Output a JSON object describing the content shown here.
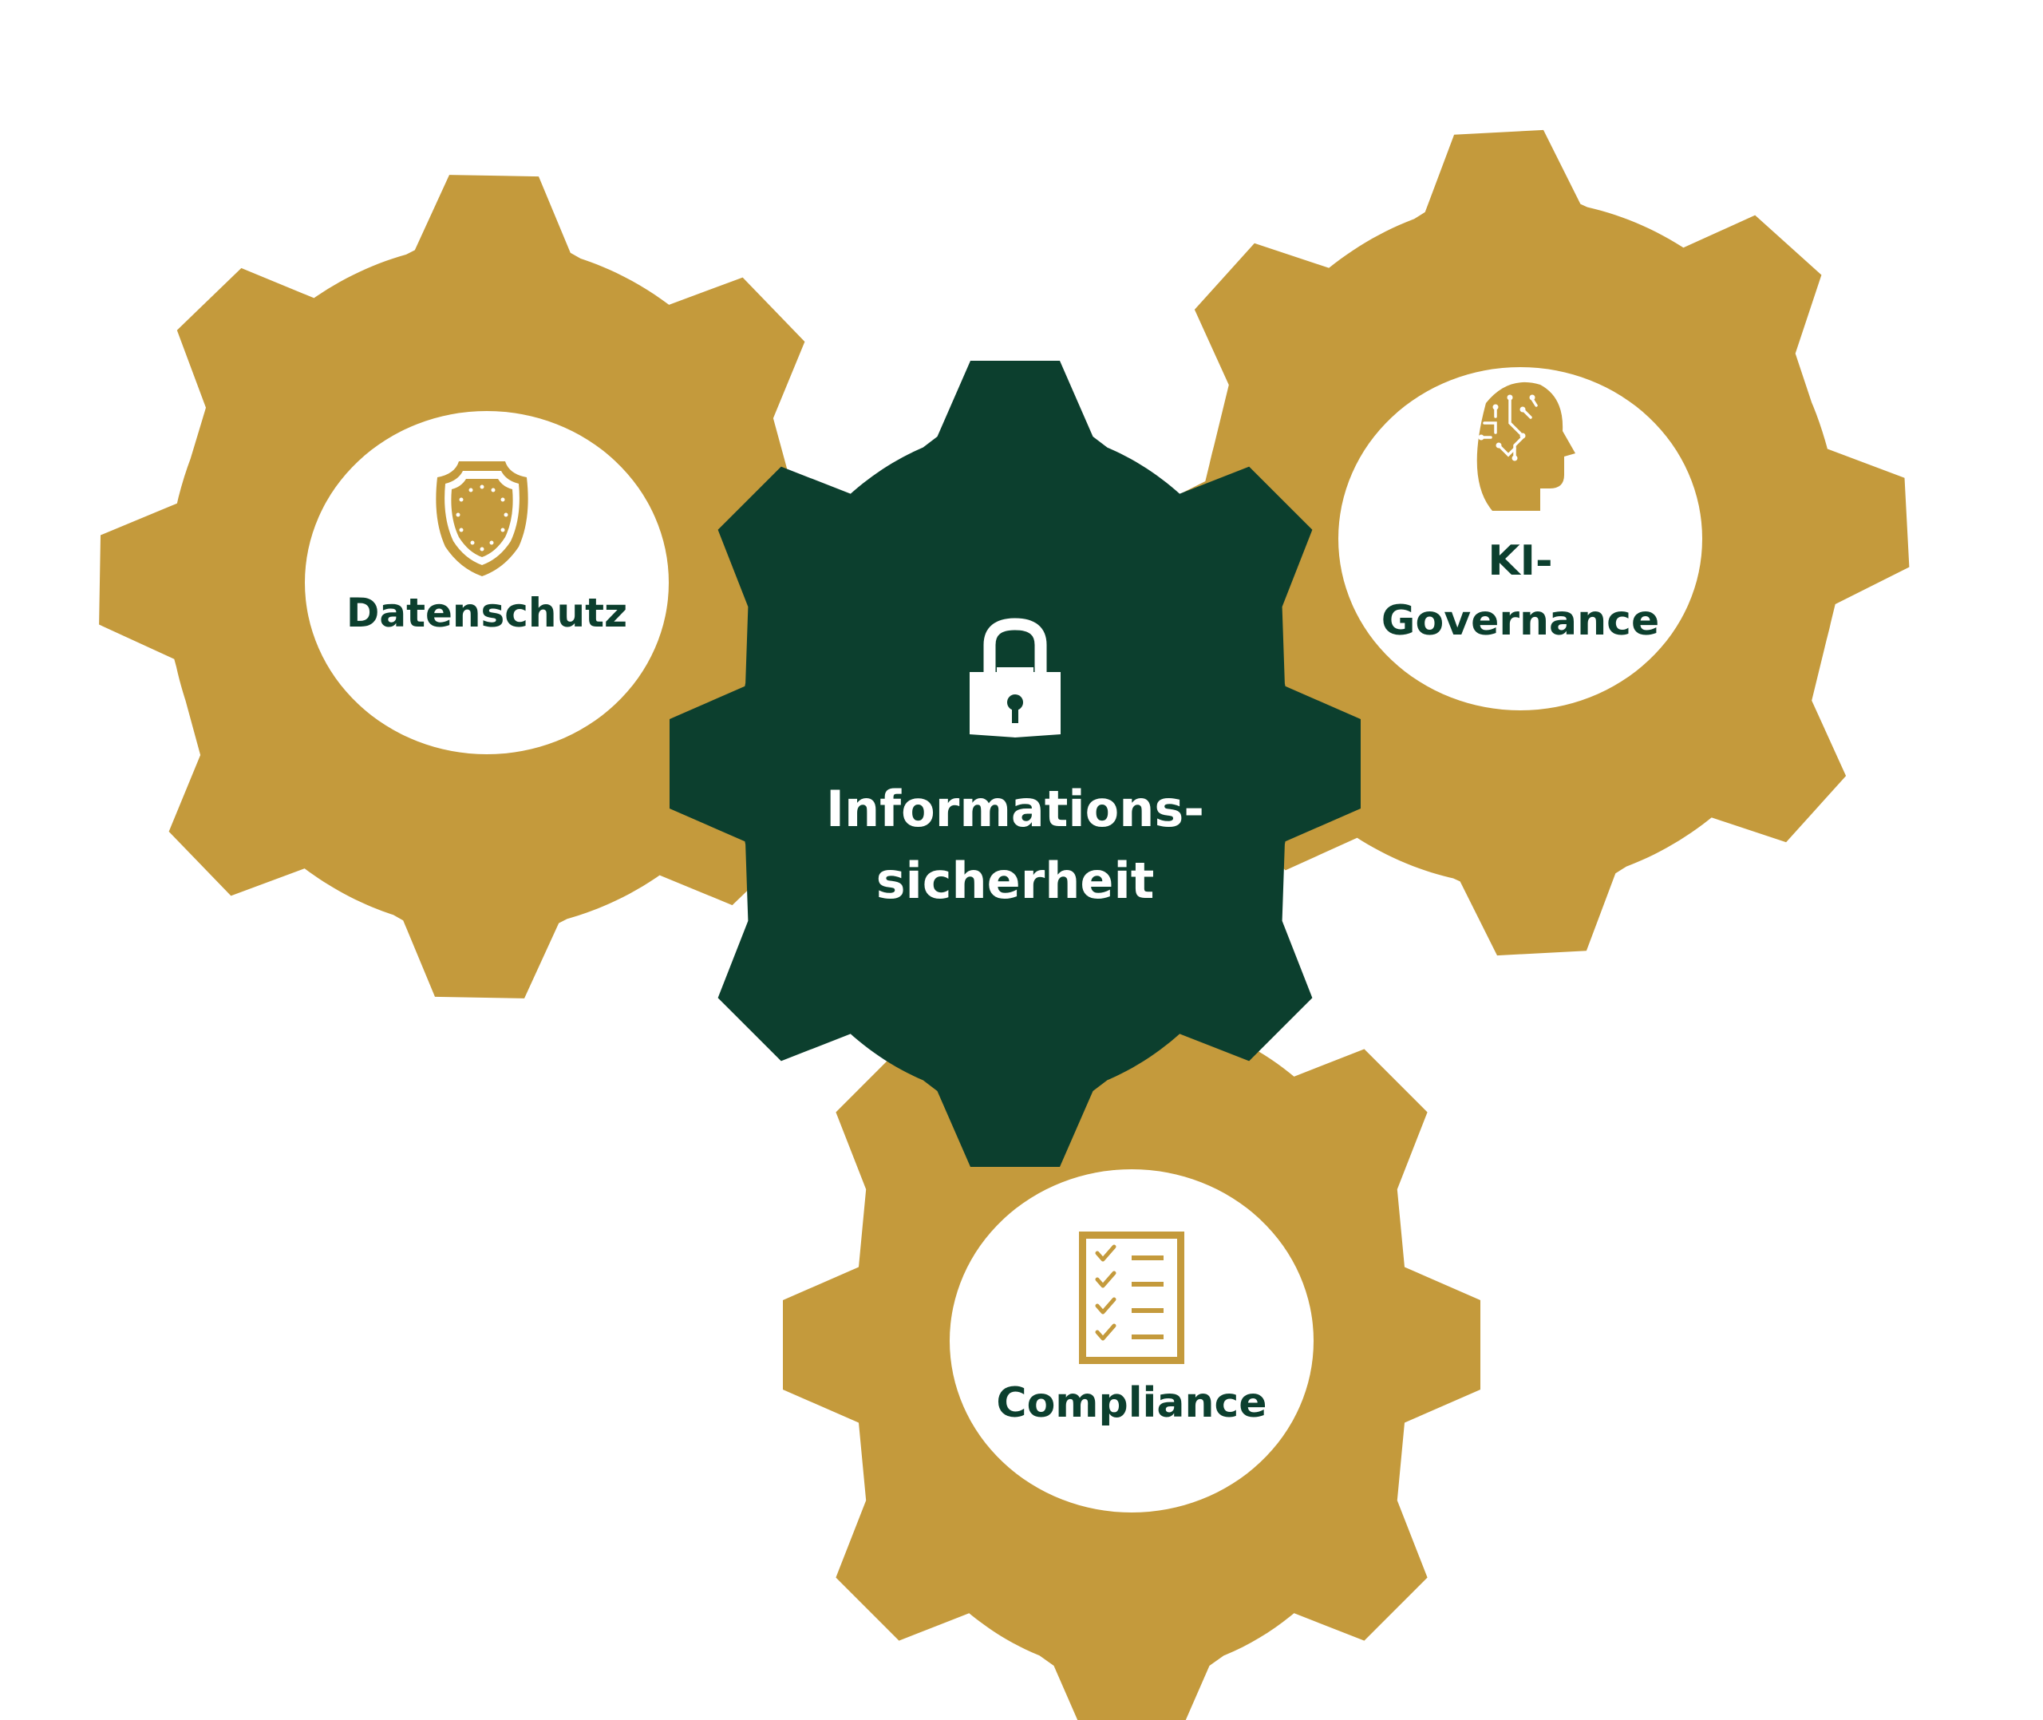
{
  "colors": {
    "gold": "#C49A3C",
    "dark_green": "#0C3F2E",
    "white": "#FFFFFF"
  },
  "gears": [
    {
      "id": "datenschutz",
      "label": [
        "Datenschutz"
      ],
      "icon": "shield-icon",
      "style": "gold"
    },
    {
      "id": "ki-governance",
      "label": [
        "KI-",
        "Governance"
      ],
      "icon": "ai-head-icon",
      "style": "gold"
    },
    {
      "id": "informationssicherheit",
      "label": [
        "Informations-",
        "sicherheit"
      ],
      "icon": "padlock-icon",
      "style": "dark"
    },
    {
      "id": "compliance",
      "label": [
        "Compliance"
      ],
      "icon": "checklist-icon",
      "style": "gold"
    }
  ]
}
